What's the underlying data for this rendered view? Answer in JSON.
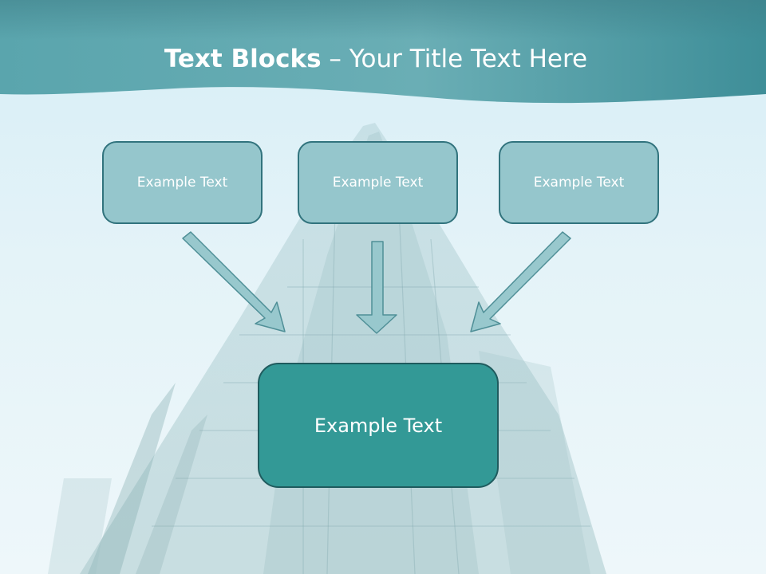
{
  "slide": {
    "title_bold": "Text Blocks",
    "title_separator": " – ",
    "title_rest": "Your Title Text Here",
    "blocks": [
      {
        "label": "Example Text"
      },
      {
        "label": "Example Text"
      },
      {
        "label": "Example Text"
      }
    ],
    "main_block": {
      "label": "Example Text"
    }
  },
  "colors": {
    "header_band": "#4f9ea6",
    "background": "#dcf0f6",
    "block_fill": "#95c6cc",
    "block_border": "#31737d",
    "main_block_fill": "#339996",
    "arrow_fill": "#98c8cd",
    "title_text": "#ffffff"
  }
}
